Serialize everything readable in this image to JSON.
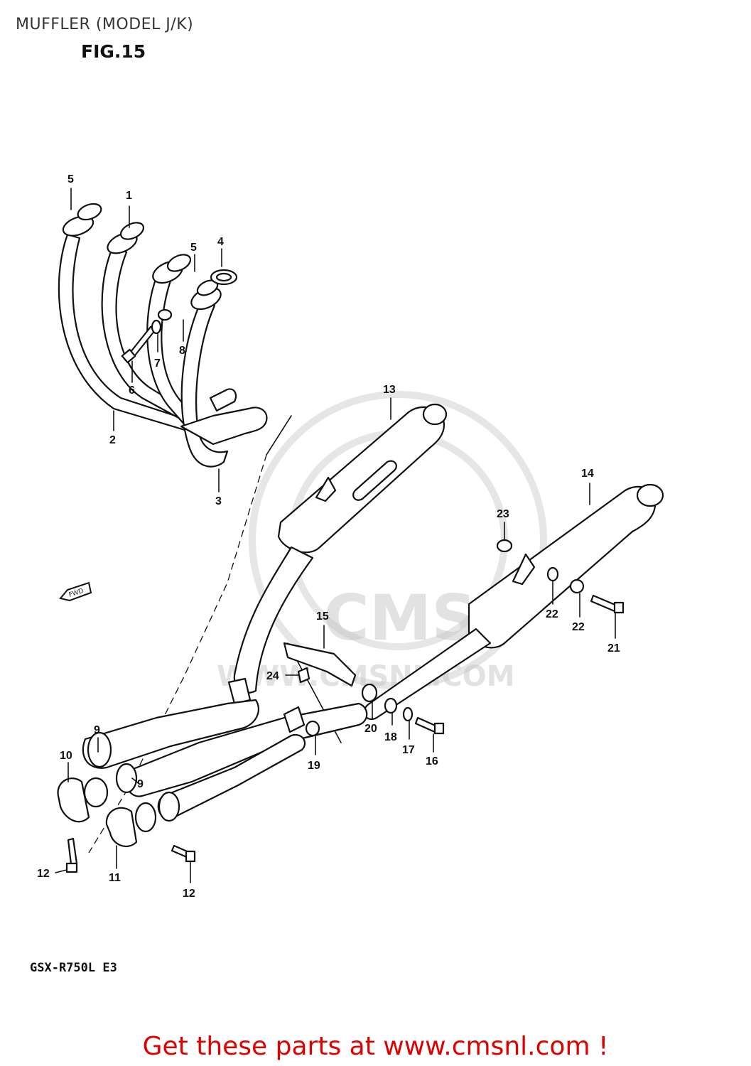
{
  "header": {
    "title": "MUFFLER (MODEL J/K)",
    "figure": "FIG.15"
  },
  "watermark": {
    "brand": "CMS",
    "url": "WWW.CMSNL.COM"
  },
  "direction_marker": "FWD",
  "callouts": [
    {
      "id": "c5a",
      "label": "5"
    },
    {
      "id": "c1",
      "label": "1"
    },
    {
      "id": "c5b",
      "label": "5"
    },
    {
      "id": "c4",
      "label": "4"
    },
    {
      "id": "c7",
      "label": "7"
    },
    {
      "id": "c8",
      "label": "8"
    },
    {
      "id": "c6",
      "label": "6"
    },
    {
      "id": "c2",
      "label": "2"
    },
    {
      "id": "c3",
      "label": "3"
    },
    {
      "id": "c13",
      "label": "13"
    },
    {
      "id": "c14",
      "label": "14"
    },
    {
      "id": "c23",
      "label": "23"
    },
    {
      "id": "c22a",
      "label": "22"
    },
    {
      "id": "c22b",
      "label": "22"
    },
    {
      "id": "c21",
      "label": "21"
    },
    {
      "id": "c15",
      "label": "15"
    },
    {
      "id": "c24",
      "label": "24"
    },
    {
      "id": "c20",
      "label": "20"
    },
    {
      "id": "c18",
      "label": "18"
    },
    {
      "id": "c17",
      "label": "17"
    },
    {
      "id": "c16",
      "label": "16"
    },
    {
      "id": "c19",
      "label": "19"
    },
    {
      "id": "c9a",
      "label": "9"
    },
    {
      "id": "c9b",
      "label": "9"
    },
    {
      "id": "c10",
      "label": "10"
    },
    {
      "id": "c11",
      "label": "11"
    },
    {
      "id": "c12a",
      "label": "12"
    },
    {
      "id": "c12b",
      "label": "12"
    }
  ],
  "footer": {
    "model_code": "GSX-R750L  E3",
    "cta": "Get these parts at www.cmsnl.com !"
  },
  "colors": {
    "cta": "#e00000",
    "linework": "#111111",
    "watermark": "#c8c8c8"
  }
}
